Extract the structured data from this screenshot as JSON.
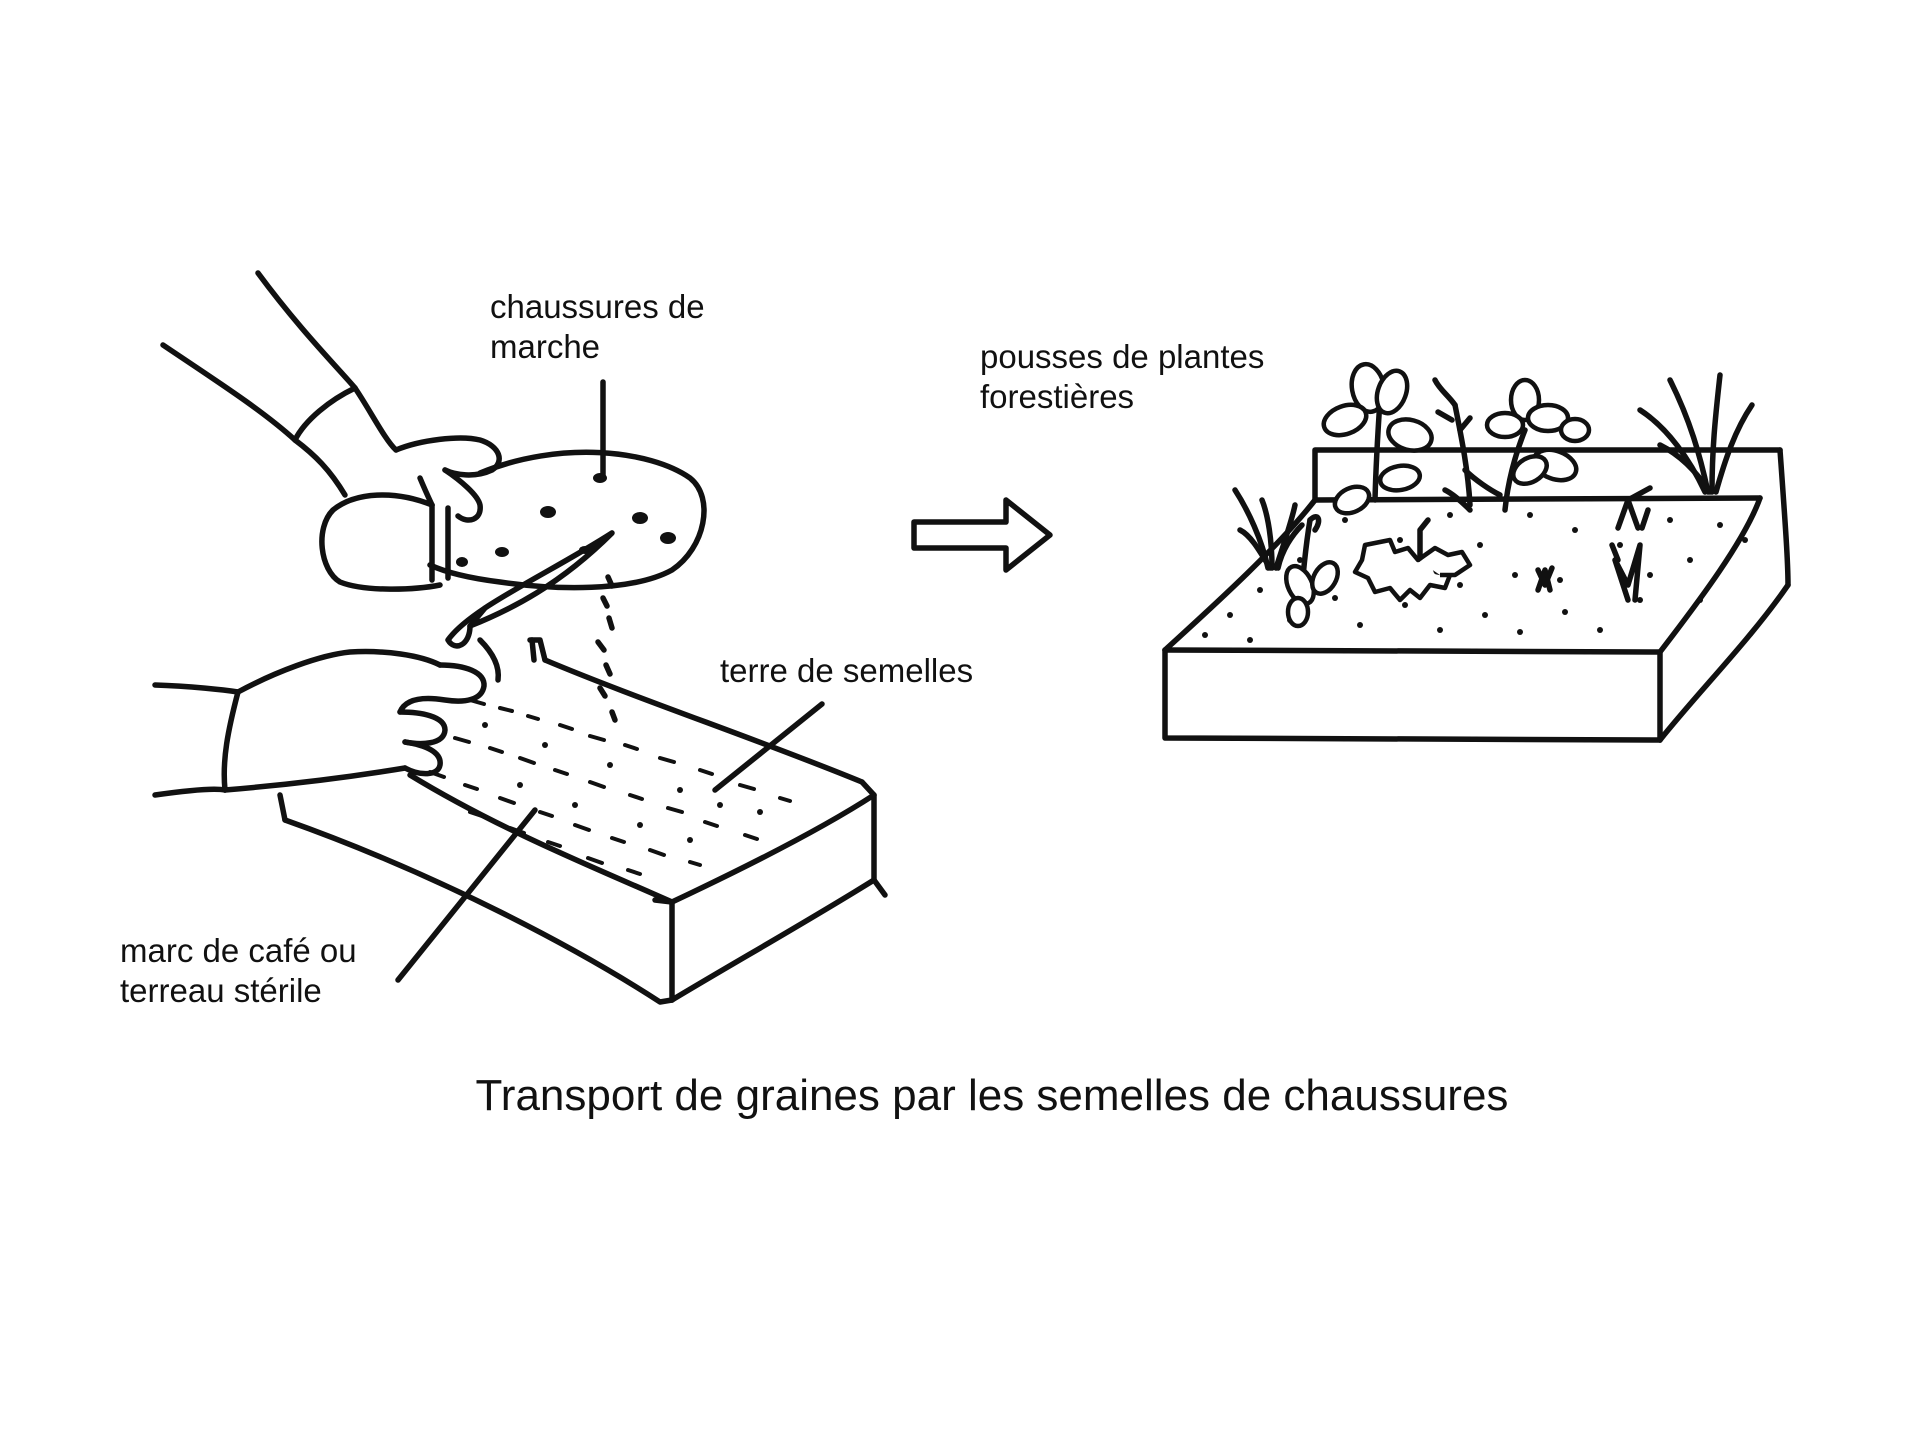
{
  "labels": {
    "shoes": [
      "chaussures de",
      "marche"
    ],
    "sole_soil": "terre de semelles",
    "substrate": [
      "marc de café ou",
      "terreau stérile"
    ],
    "seedlings": [
      "pousses de plantes",
      "forestières"
    ]
  },
  "caption": "Transport de graines par les semelles de chaussures",
  "colors": {
    "ink": "#111111",
    "background": "#ffffff"
  },
  "icons": {
    "arrow": "right-outline-arrow"
  }
}
